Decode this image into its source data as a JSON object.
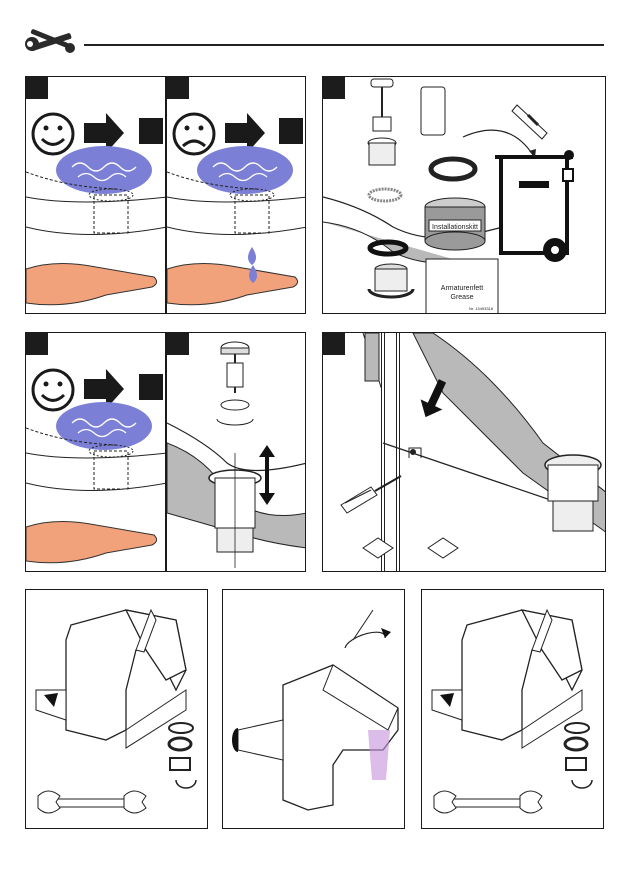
{
  "header": {
    "icon": "tools-icon"
  },
  "panels": {
    "p1": {
      "icon": "happy-face-icon"
    },
    "p2": {
      "icon": "sad-face-icon"
    },
    "p3": {
      "box_lines": [
        "Armaturenfett",
        "Grease"
      ],
      "box_code": "Nr. 13493318",
      "tin_label": "Installationskitt",
      "icon": "trash-bin-icon"
    },
    "p4": {
      "icon": "happy-face-icon"
    },
    "p5": {
      "icon": "drain-plug-icon"
    },
    "p6": {
      "icon": "screwdriver-icon"
    },
    "p7": {
      "icon": "wrench-icon"
    },
    "p8": {
      "icon": "faucet-flow-icon"
    },
    "p9": {
      "icon": "wrench-icon"
    }
  },
  "colors": {
    "accent_purple": "#7b7fd6",
    "ink": "#1a1a1a",
    "hand": "#f2a27b",
    "tin_gray": "#9a9a9a"
  }
}
